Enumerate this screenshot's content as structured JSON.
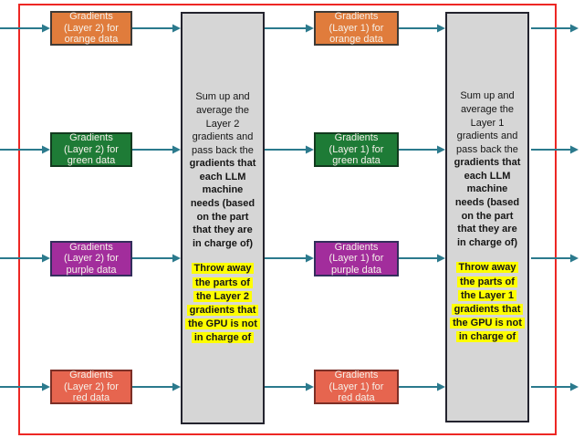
{
  "colors": {
    "frame_red": "#ED2724",
    "arrow_teal": "#2B7A8D",
    "box_orange": "#E07C3C",
    "box_green": "#1E7B36",
    "box_purple": "#A22D9C",
    "box_red": "#E6654F",
    "reducer_gray": "#D6D6D6",
    "highlight_yellow": "#FEFE00",
    "box_text": "#F6F1EA"
  },
  "stages": [
    {
      "id": "layer-2",
      "gradient_boxes": [
        {
          "color": "orange",
          "label": "Gradients\n(Layer 2) for\norange data"
        },
        {
          "color": "green",
          "label": "Gradients\n(Layer 2) for\ngreen data"
        },
        {
          "color": "purple",
          "label": "Gradients\n(Layer 2) for\npurple data"
        },
        {
          "color": "red",
          "label": "Gradients\n(Layer 2) for\nred data"
        }
      ],
      "reducer": {
        "text_regular": "Sum up and\naverage the\nLayer 2\ngradients and\npass back the\n",
        "text_bold": "gradients that\neach LLM\nmachine\nneeds (based\non the part\nthat they are\nin charge of)",
        "text_highlight": "Throw away\nthe parts of\nthe Layer 2\ngradients that\nthe GPU is not\nin charge of"
      }
    },
    {
      "id": "layer-1",
      "gradient_boxes": [
        {
          "color": "orange",
          "label": "Gradients\n(Layer 1) for\norange data"
        },
        {
          "color": "green",
          "label": "Gradients\n(Layer 1) for\ngreen data"
        },
        {
          "color": "purple",
          "label": "Gradients\n(Layer 1) for\npurple data"
        },
        {
          "color": "red",
          "label": "Gradients\n(Layer 1) for\nred data"
        }
      ],
      "reducer": {
        "text_regular": "Sum up and\naverage the\nLayer 1\ngradients and\npass back the\n",
        "text_bold": "gradients that\neach LLM\nmachine\nneeds (based\non the part\nthat they are\nin charge of)",
        "text_highlight": "Throw away\nthe parts of\nthe Layer 1\ngradients that\nthe GPU is not\nin charge of"
      }
    }
  ]
}
